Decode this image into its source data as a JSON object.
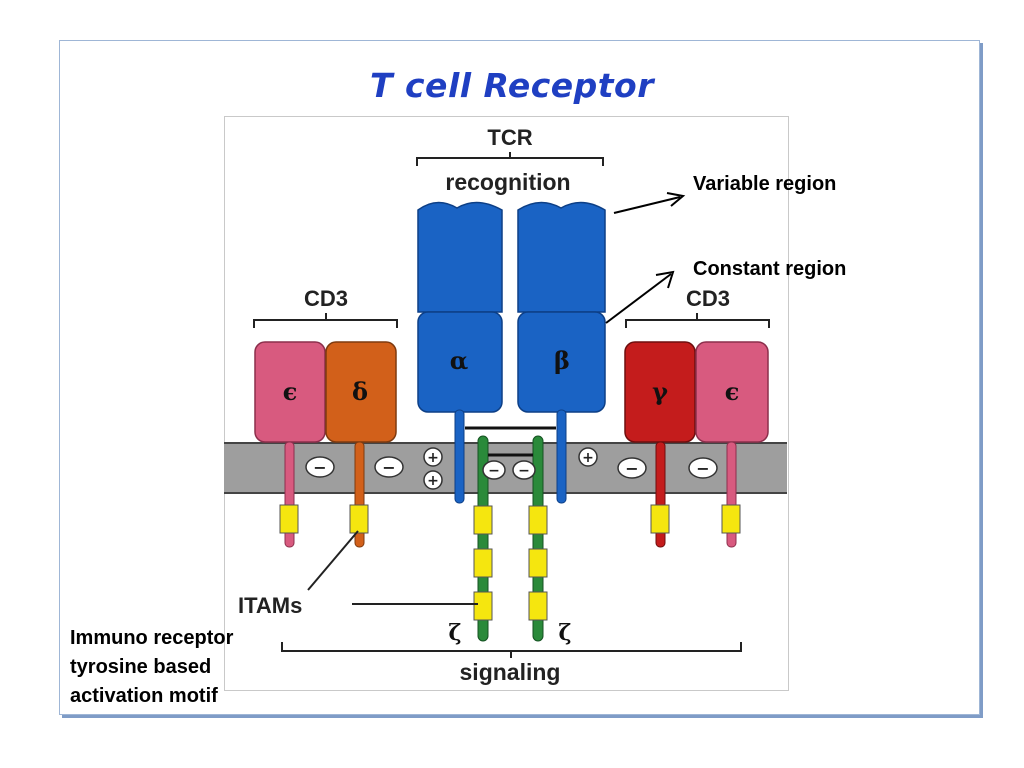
{
  "slide": {
    "title": "T cell Receptor"
  },
  "annotations": {
    "variable_region": "Variable region",
    "constant_region": "Constant region",
    "itam_description": [
      "Immuno receptor",
      "tyrosine based",
      "activation motif"
    ]
  },
  "diagram": {
    "tcr_label": "TCR",
    "recognition_label": "recognition",
    "signaling_label": "signaling",
    "cd3_left_label": "CD3",
    "cd3_right_label": "CD3",
    "itams_label": "ITAMs",
    "chains": {
      "epsilon_left": "ϵ",
      "delta": "δ",
      "alpha": "α",
      "beta": "β",
      "gamma": "γ",
      "epsilon_right": "ϵ",
      "zeta_left": "ζ",
      "zeta_right": "ζ"
    },
    "charges": {
      "plus": "+",
      "minus": "−"
    },
    "colors": {
      "tcr_blue": "#1a63c4",
      "epsilon_pink": "#d85a7f",
      "delta_orange": "#d2601a",
      "gamma_red": "#c41c1c",
      "zeta_green": "#2a8a3a",
      "itam_yellow": "#f5e60f",
      "membrane_gray": "#9e9e9e",
      "title_blue": "#1f3fc2"
    }
  }
}
